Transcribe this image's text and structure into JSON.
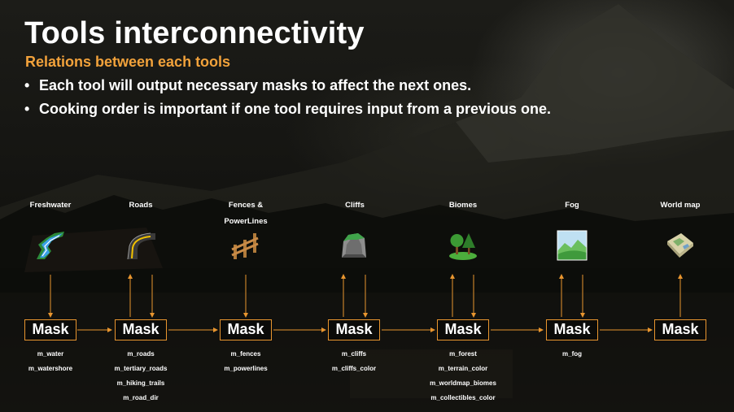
{
  "slide": {
    "title": "Tools interconnectivity",
    "subtitle": "Relations between each tools",
    "bullets": [
      "Each tool will output necessary masks to affect the next ones.",
      "Cooking order is important if one tool requires input from a previous one."
    ],
    "bullet_glyph": "•"
  },
  "colors": {
    "accent": "#f2a23b",
    "mask_border": "#e8952f",
    "arrow": "#e8952f",
    "text": "#ffffff"
  },
  "tools": [
    {
      "label_lines": [
        "Freshwater"
      ],
      "icon": "river-icon",
      "mask_label": "Mask",
      "outputs": [
        "m_water",
        "m_watershore"
      ]
    },
    {
      "label_lines": [
        "Roads"
      ],
      "icon": "road-icon",
      "mask_label": "Mask",
      "outputs": [
        "m_roads",
        "m_tertiary_roads",
        "m_hiking_trails",
        "m_road_dir"
      ]
    },
    {
      "label_lines": [
        "Fences &",
        "PowerLines"
      ],
      "icon": "fence-icon",
      "mask_label": "Mask",
      "outputs": [
        "m_fences",
        "m_powerlines"
      ]
    },
    {
      "label_lines": [
        "Cliffs"
      ],
      "icon": "cliff-icon",
      "mask_label": "Mask",
      "outputs": [
        "m_cliffs",
        "m_cliffs_color"
      ]
    },
    {
      "label_lines": [
        "Biomes"
      ],
      "icon": "trees-icon",
      "mask_label": "Mask",
      "outputs": [
        "m_forest",
        "m_terrain_color",
        "m_worldmap_biomes",
        "m_collectibles_color"
      ]
    },
    {
      "label_lines": [
        "Fog"
      ],
      "icon": "landscape-icon",
      "mask_label": "Mask",
      "outputs": [
        "m_fog"
      ]
    },
    {
      "label_lines": [
        "World map"
      ],
      "icon": "map-icon",
      "mask_label": "Mask",
      "outputs": []
    }
  ]
}
